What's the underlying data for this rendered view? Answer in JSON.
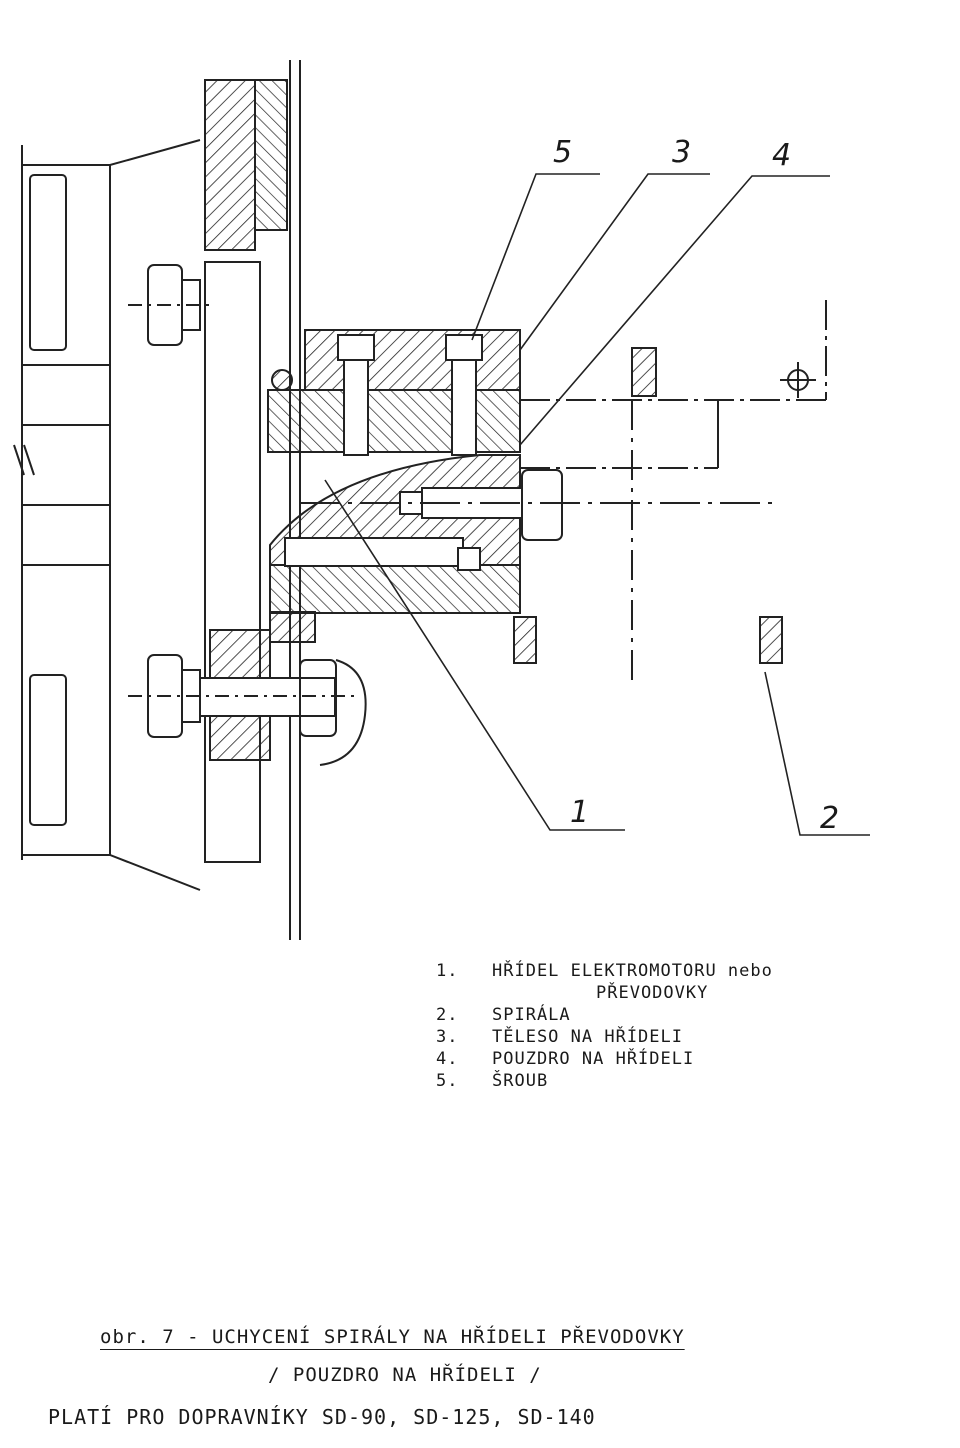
{
  "callouts": [
    "5",
    "3",
    "4",
    "1",
    "2"
  ],
  "legend": [
    {
      "num": "1.",
      "text": "HŘÍDEL ELEKTROMOTORU nebo",
      "sub": "PŘEVODOVKY"
    },
    {
      "num": "2.",
      "text": "SPIRÁLA"
    },
    {
      "num": "3.",
      "text": "TĚLESO NA HŘÍDELI"
    },
    {
      "num": "4.",
      "text": "POUZDRO NA HŘÍDELI"
    },
    {
      "num": "5.",
      "text": "ŠROUB"
    }
  ],
  "caption": {
    "line1": "obr. 7 - UCHYCENÍ SPIRÁLY NA HŘÍDELI PŘEVODOVKY",
    "line2": "/ POUZDRO NA HŘÍDELI /",
    "line3": "PLATÍ PRO DOPRAVNÍKY SD-90, SD-125, SD-140"
  }
}
